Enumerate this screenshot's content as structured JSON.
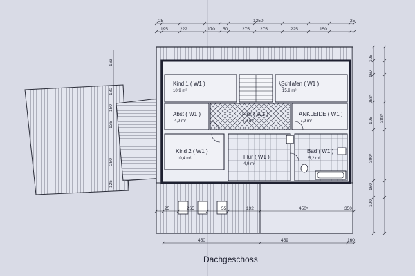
{
  "title": "Dachgeschoss",
  "dims_top_total": {
    "left": "25",
    "total": "1250",
    "right": "25"
  },
  "dims_top": [
    "195",
    "222",
    "170",
    "50",
    "275",
    "275",
    "225",
    "150"
  ],
  "dims_bottom_row1": [
    "25",
    "265",
    "55",
    "192",
    "450⁵",
    "350"
  ],
  "dims_bottom_row2": [
    "450",
    "459",
    "160"
  ],
  "dims_right_inner": [
    "105",
    "167",
    "258⁵",
    "195",
    "300⁵",
    "160",
    "100"
  ],
  "dims_right_outer": [
    "388⁵"
  ],
  "dims_left": [
    "163",
    "180",
    "150",
    "135",
    "250",
    "125"
  ],
  "rooms": [
    {
      "name": "Kind 1 ( W1 )",
      "area": "10,9 m²"
    },
    {
      "name": "Schlafen ( W1 )",
      "area": "15,9 m²"
    },
    {
      "name": "Abst ( W1 )",
      "area": "4,9 m²"
    },
    {
      "name": "Flur ( W1 )",
      "area": "4,9 m²"
    },
    {
      "name": "ANKLEIDE ( W1 )",
      "area": "7,9 m²"
    },
    {
      "name": "Kind 2 ( W1 )",
      "area": "10,4 m²"
    },
    {
      "name": "Flur ( W1 )",
      "area": "4,9 m²"
    },
    {
      "name": "Bad ( W1 )",
      "area": "5,2 m²"
    }
  ]
}
